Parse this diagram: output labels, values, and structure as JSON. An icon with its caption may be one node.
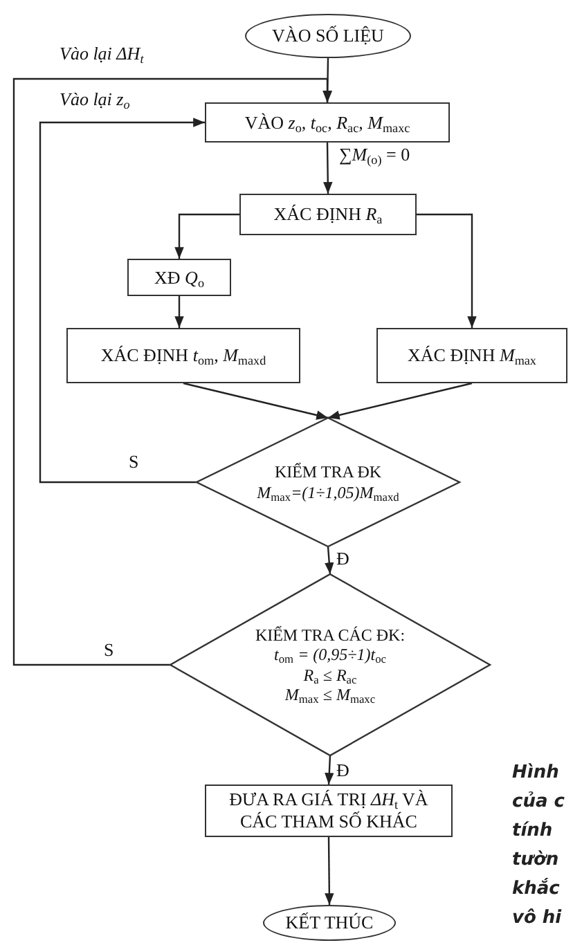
{
  "diagram": {
    "caption": "Hình của c tính tườn khắc vô hi",
    "nodes": [
      {
        "text": [
          "VÀO SỐ LIỆU"
        ]
      },
      {
        "text": [
          "VÀO  *z*$_{o}$, *t*$_{oc}$, *R*$_{ac}$, *M*$_{maxc}$"
        ]
      },
      {
        "text": [
          "XÁC ĐỊNH *R*$_{a}$"
        ]
      },
      {
        "text": [
          "XĐ *Q*$_{o}$"
        ]
      },
      {
        "text": [
          "XÁC ĐỊNH *t*$_{om}$, *M*$_{maxd}$"
        ]
      },
      {
        "text": [
          "XÁC ĐỊNH *M*$_{max}$"
        ]
      },
      {
        "text": [
          "KIỂM TRA ĐK",
          "*M*$_{max}$*=(1÷1,05)M*$_{maxd}$"
        ]
      },
      {
        "text": [
          "KIỂM TRA CÁC ĐK:",
          "*t*$_{om}$ *= (0,95÷1)t*$_{oc}$",
          "*R*$_{a}$ ≤ *R*$_{ac}$",
          "*M*$_{max}$ ≤ *M*$_{maxc}$"
        ]
      },
      {
        "text": [
          "ĐƯA RA GIÁ TRỊ *ΔH*$_{t}$ VÀ CÁC THAM SỐ KHÁC"
        ]
      },
      {
        "text": [
          "KẾT THÚC"
        ]
      }
    ],
    "edges": [
      {
        "from": 0,
        "to": 1,
        "arrow": "to"
      },
      {
        "from": 1,
        "to": 2,
        "arrow": "to",
        "label": "∑*M*$_{(o)}$ = 0"
      },
      {
        "from": 2,
        "to": 3,
        "arrow": "to"
      },
      {
        "from": 3,
        "to": 4,
        "arrow": "to"
      },
      {
        "from": 4,
        "to": 6,
        "arrow": "to"
      },
      {
        "from": 2,
        "to": 5,
        "arrow": "to"
      },
      {
        "from": 5,
        "to": 6,
        "arrow": "to"
      },
      {
        "from": 6,
        "to": 7,
        "arrow": "to",
        "label": "Đ"
      },
      {
        "from": 6,
        "to": 1,
        "arrow": "to",
        "label": "S"
      },
      {
        "from": 7,
        "to": 8,
        "arrow": "to",
        "label": "Đ"
      },
      {
        "from": 7,
        "to": 1,
        "arrow": "to",
        "label": "S"
      },
      {
        "from": 8,
        "to": 9,
        "arrow": "to"
      }
    ],
    "labels": [
      "Vào lại ΔH$_{t}$",
      "Vào lại z$_{o}$"
    ]
  }
}
